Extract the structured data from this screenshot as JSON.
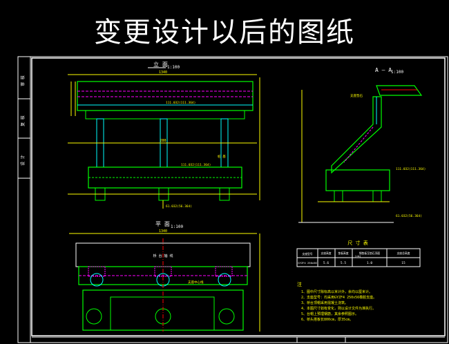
{
  "page_title": "变更设计以后的图纸",
  "sidebar": {
    "cells": [
      "审 核",
      "复 核",
      "设 计"
    ]
  },
  "views": {
    "elevation": {
      "label": "立 面",
      "scale": "1:100"
    },
    "section": {
      "label": "A — A",
      "scale": "1:100"
    },
    "plan": {
      "label": "平 面",
      "scale": "1:100"
    }
  },
  "table": {
    "title": "尺 寸 表",
    "headers": [
      "支座型号",
      "支座高度",
      "垫板高度",
      "钢垫板至垫石顶面",
      "支座总高度"
    ],
    "unit": "(cm)",
    "row": [
      "GYZF4 250x56",
      "5.6",
      "5.5",
      "1.0",
      "15"
    ]
  },
  "notes": {
    "heading": "注",
    "items": [
      "1、图中尺寸除标高以米计外，余均以厘米计。",
      "2、支座型号：均采用GYZF4 250x56橡胶支座。",
      "3、桥台顶帽采用混凝土浇筑。",
      "4、本图尺寸如有变化，则以设计文件为准执行。",
      "5、台帽上预埋钢筋，其余参照图示。",
      "6、桥头搭板长800cm，厚35cm。"
    ]
  },
  "labels": {
    "elev_upper": "111.032(111.364)",
    "elev_lower": "111.032(111.364)",
    "elev_found": "61.032(56.364)",
    "sec_upper": "111.032(111.364)",
    "sec_found": "61.032(56.364)",
    "dim_top": "1340",
    "dim_mid": "280",
    "dim_plan": "1340",
    "plan_mid": "桥 台 轴 线",
    "plan_bearing": "支座中心线",
    "note_bearing": "支座垫石",
    "note_pier": "桩 基"
  },
  "colors": {
    "frame": "#ffffff",
    "concrete": "#00ff00",
    "dimension": "#ffff00",
    "rebar": "#ff00ff",
    "pier": "#00ffff",
    "text": "#ffff00",
    "hatch": "#ff0000"
  }
}
